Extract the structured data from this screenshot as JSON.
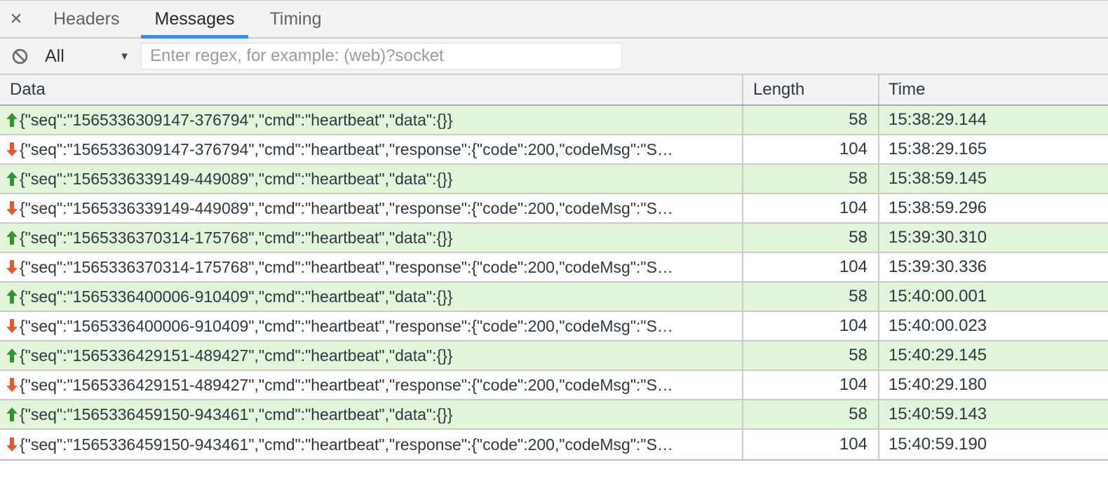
{
  "colors": {
    "accent": "#4285f4",
    "sent_row_bg": "#e2f4da",
    "sent_arrow": "#2f962f",
    "received_arrow": "#e8582a"
  },
  "tabbar": {
    "close_label": "×",
    "tabs": [
      {
        "label": "Headers",
        "active": false
      },
      {
        "label": "Messages",
        "active": true
      },
      {
        "label": "Timing",
        "active": false
      }
    ]
  },
  "filter": {
    "type_selector_value": "All",
    "type_selector_caret": "▼",
    "regex_placeholder": "Enter regex, for example: (web)?socket"
  },
  "table": {
    "columns": {
      "data": "Data",
      "length": "Length",
      "time": "Time"
    },
    "rows": [
      {
        "direction": "sent",
        "data": "{\"seq\":\"1565336309147-376794\",\"cmd\":\"heartbeat\",\"data\":{}}",
        "length": "58",
        "time": "15:38:29.144"
      },
      {
        "direction": "received",
        "data": "{\"seq\":\"1565336309147-376794\",\"cmd\":\"heartbeat\",\"response\":{\"code\":200,\"codeMsg\":\"S…",
        "length": "104",
        "time": "15:38:29.165"
      },
      {
        "direction": "sent",
        "data": "{\"seq\":\"1565336339149-449089\",\"cmd\":\"heartbeat\",\"data\":{}}",
        "length": "58",
        "time": "15:38:59.145"
      },
      {
        "direction": "received",
        "data": "{\"seq\":\"1565336339149-449089\",\"cmd\":\"heartbeat\",\"response\":{\"code\":200,\"codeMsg\":\"S…",
        "length": "104",
        "time": "15:38:59.296"
      },
      {
        "direction": "sent",
        "data": "{\"seq\":\"1565336370314-175768\",\"cmd\":\"heartbeat\",\"data\":{}}",
        "length": "58",
        "time": "15:39:30.310"
      },
      {
        "direction": "received",
        "data": "{\"seq\":\"1565336370314-175768\",\"cmd\":\"heartbeat\",\"response\":{\"code\":200,\"codeMsg\":\"S…",
        "length": "104",
        "time": "15:39:30.336"
      },
      {
        "direction": "sent",
        "data": "{\"seq\":\"1565336400006-910409\",\"cmd\":\"heartbeat\",\"data\":{}}",
        "length": "58",
        "time": "15:40:00.001"
      },
      {
        "direction": "received",
        "data": "{\"seq\":\"1565336400006-910409\",\"cmd\":\"heartbeat\",\"response\":{\"code\":200,\"codeMsg\":\"S…",
        "length": "104",
        "time": "15:40:00.023"
      },
      {
        "direction": "sent",
        "data": "{\"seq\":\"1565336429151-489427\",\"cmd\":\"heartbeat\",\"data\":{}}",
        "length": "58",
        "time": "15:40:29.145"
      },
      {
        "direction": "received",
        "data": "{\"seq\":\"1565336429151-489427\",\"cmd\":\"heartbeat\",\"response\":{\"code\":200,\"codeMsg\":\"S…",
        "length": "104",
        "time": "15:40:29.180"
      },
      {
        "direction": "sent",
        "data": "{\"seq\":\"1565336459150-943461\",\"cmd\":\"heartbeat\",\"data\":{}}",
        "length": "58",
        "time": "15:40:59.143"
      },
      {
        "direction": "received",
        "data": "{\"seq\":\"1565336459150-943461\",\"cmd\":\"heartbeat\",\"response\":{\"code\":200,\"codeMsg\":\"S…",
        "length": "104",
        "time": "15:40:59.190"
      }
    ]
  }
}
